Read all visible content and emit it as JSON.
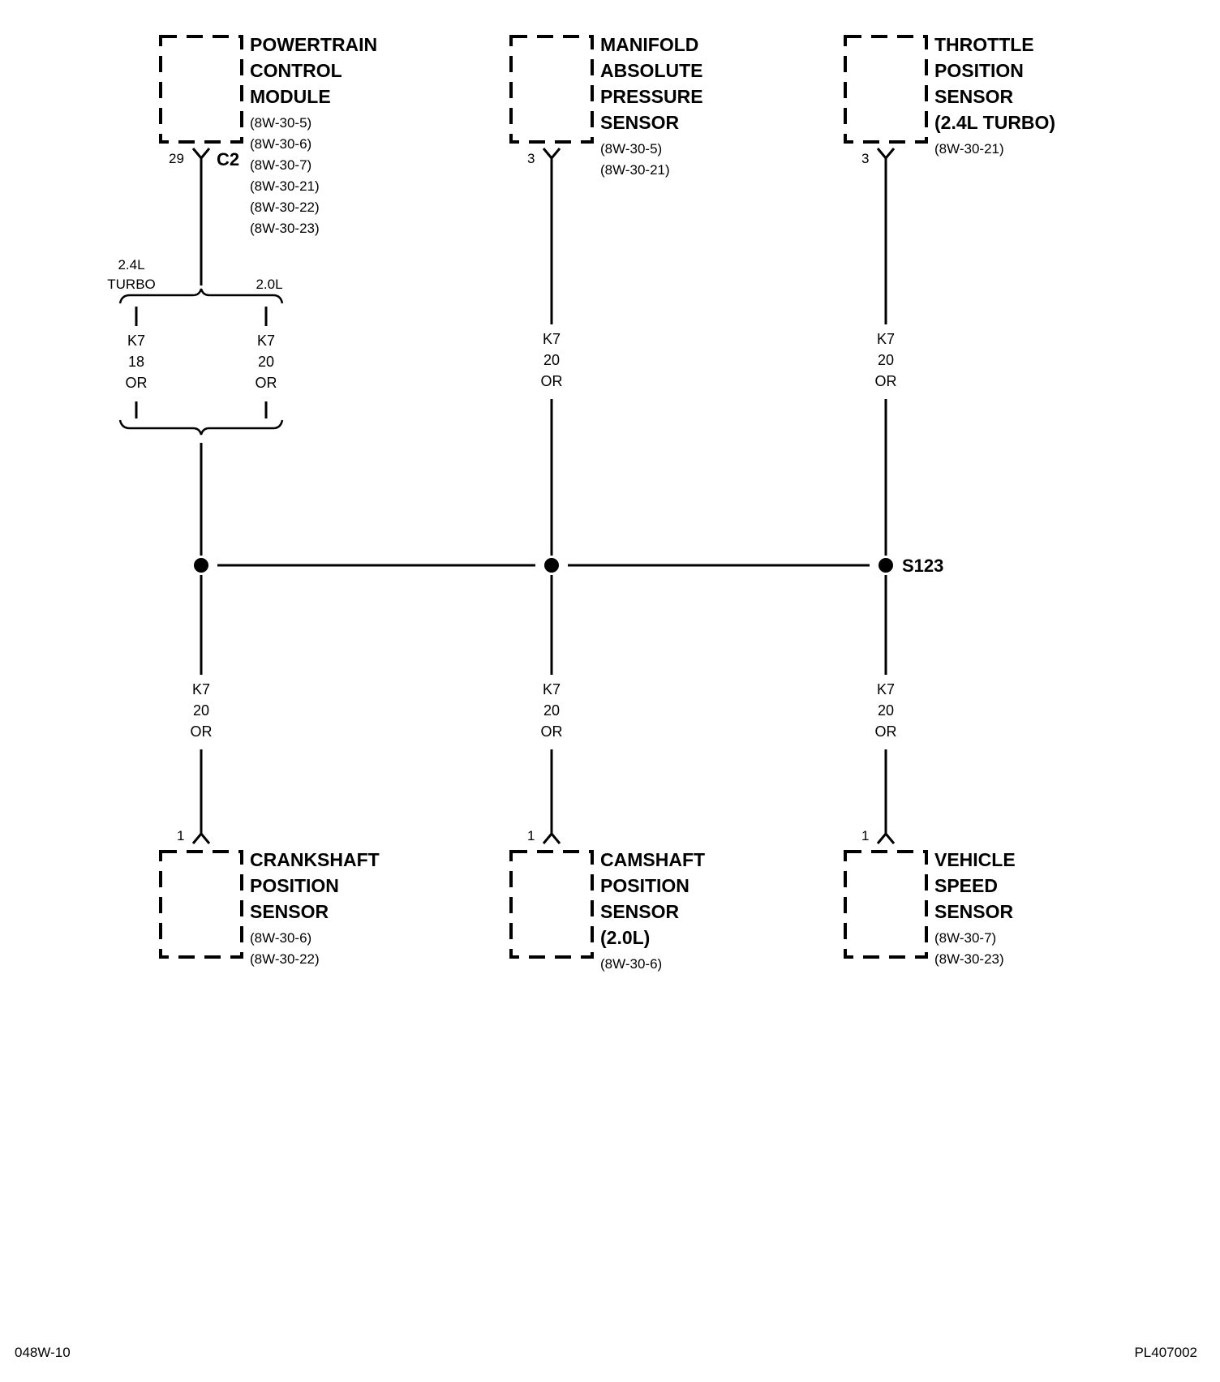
{
  "components": {
    "pcm": {
      "title": [
        "POWERTRAIN",
        "CONTROL",
        "MODULE"
      ],
      "refs": [
        "(8W-30-5)",
        "(8W-30-6)",
        "(8W-30-7)",
        "(8W-30-21)",
        "(8W-30-22)",
        "(8W-30-23)"
      ],
      "pin": "29",
      "connector": "C2"
    },
    "map": {
      "title": [
        "MANIFOLD",
        "ABSOLUTE",
        "PRESSURE",
        "SENSOR"
      ],
      "refs": [
        "(8W-30-5)",
        "(8W-30-21)"
      ],
      "pin": "3"
    },
    "tps": {
      "title": [
        "THROTTLE",
        "POSITION",
        "SENSOR",
        "(2.4L TURBO)"
      ],
      "refs": [
        "(8W-30-21)"
      ],
      "pin": "3"
    },
    "ckp": {
      "title": [
        "CRANKSHAFT",
        "POSITION",
        "SENSOR"
      ],
      "refs": [
        "(8W-30-6)",
        "(8W-30-22)"
      ],
      "pin": "1"
    },
    "cmp": {
      "title": [
        "CAMSHAFT",
        "POSITION",
        "SENSOR",
        "(2.0L)"
      ],
      "refs": [
        "(8W-30-6)"
      ],
      "pin": "1"
    },
    "vss": {
      "title": [
        "VEHICLE",
        "SPEED",
        "SENSOR"
      ],
      "refs": [
        "(8W-30-7)",
        "(8W-30-23)"
      ],
      "pin": "1"
    }
  },
  "options": {
    "left_line1": "2.4L",
    "left_line2": "TURBO",
    "right": "2.0L"
  },
  "wires": {
    "pcm_turbo": [
      "K7",
      "18",
      "OR"
    ],
    "pcm_20l": [
      "K7",
      "20",
      "OR"
    ],
    "map": [
      "K7",
      "20",
      "OR"
    ],
    "tps": [
      "K7",
      "20",
      "OR"
    ],
    "ckp": [
      "K7",
      "20",
      "OR"
    ],
    "cmp": [
      "K7",
      "20",
      "OR"
    ],
    "vss": [
      "K7",
      "20",
      "OR"
    ]
  },
  "splice": "S123",
  "footer": {
    "left": "048W-10",
    "right": "PL407002"
  }
}
